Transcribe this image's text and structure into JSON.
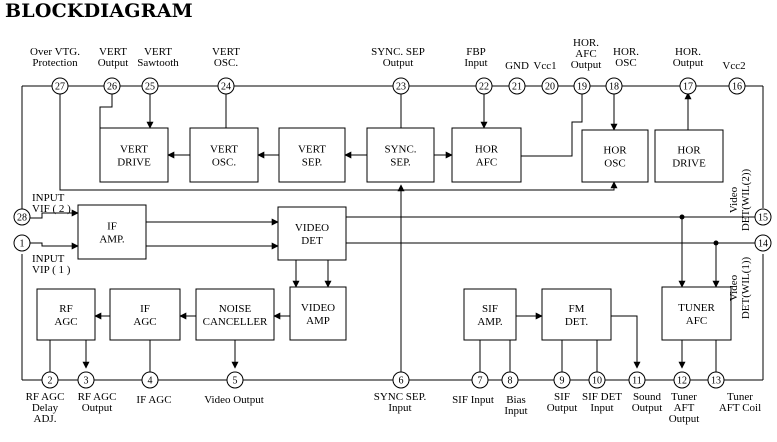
{
  "title": "BLOCKDIAGRAM",
  "blocks": {
    "vert_drive": [
      "VERT",
      "DRIVE"
    ],
    "vert_osc": [
      "VERT",
      "OSC."
    ],
    "vert_sep": [
      "VERT",
      "SEP."
    ],
    "sync_sep": [
      "SYNC.",
      "SEP."
    ],
    "hor_afc": [
      "HOR",
      "AFC"
    ],
    "hor_osc": [
      "HOR",
      "OSC"
    ],
    "hor_drive": [
      "HOR",
      "DRIVE"
    ],
    "if_amp": [
      "IF",
      "AMP."
    ],
    "video_det": [
      "VIDEO",
      "DET"
    ],
    "rf_agc": [
      "RF",
      "AGC"
    ],
    "if_agc": [
      "IF",
      "AGC"
    ],
    "noise_canceller": [
      "NOISE",
      "CANCELLER"
    ],
    "video_amp": [
      "VIDEO",
      "AMP"
    ],
    "sif_amp": [
      "SIF",
      "AMP."
    ],
    "fm_det": [
      "FM",
      "DET."
    ],
    "tuner_afc": [
      "TUNER",
      "AFC"
    ]
  },
  "pins": [
    {
      "n": "27",
      "label": [
        "Over VTG.",
        "Protection"
      ]
    },
    {
      "n": "26",
      "label": [
        "VERT",
        "Output"
      ]
    },
    {
      "n": "25",
      "label": [
        "VERT",
        "Sawtooth"
      ]
    },
    {
      "n": "24",
      "label": [
        "VERT",
        "OSC."
      ]
    },
    {
      "n": "23",
      "label": [
        "SYNC. SEP",
        "Output"
      ]
    },
    {
      "n": "22",
      "label": [
        "FBP",
        "Input"
      ]
    },
    {
      "n": "21",
      "label": [
        "GND"
      ]
    },
    {
      "n": "20",
      "label": [
        "Vcc1"
      ]
    },
    {
      "n": "19",
      "label": [
        "HOR.",
        "AFC",
        "Output"
      ]
    },
    {
      "n": "18",
      "label": [
        "HOR.",
        "OSC"
      ]
    },
    {
      "n": "17",
      "label": [
        "HOR.",
        "Output"
      ]
    },
    {
      "n": "16",
      "label": [
        "Vcc2"
      ]
    },
    {
      "n": "28",
      "label": [
        "INPUT",
        "VIF ( 2 )"
      ]
    },
    {
      "n": "1",
      "label": [
        "INPUT",
        "VIP ( 1 )"
      ]
    },
    {
      "n": "15",
      "label": [
        "Video",
        "DET(WIL(2))"
      ]
    },
    {
      "n": "14",
      "label": [
        "Video",
        "DET(WIL(1))"
      ]
    },
    {
      "n": "2",
      "label": [
        "RF AGC",
        "Delay",
        "ADJ."
      ]
    },
    {
      "n": "3",
      "label": [
        "RF AGC",
        "Output"
      ]
    },
    {
      "n": "4",
      "label": [
        "IF AGC"
      ]
    },
    {
      "n": "5",
      "label": [
        "Video Output"
      ]
    },
    {
      "n": "6",
      "label": [
        "SYNC SEP.",
        "Input"
      ]
    },
    {
      "n": "7",
      "label": [
        "SIF Input"
      ]
    },
    {
      "n": "8",
      "label": [
        "Bias",
        "Input"
      ]
    },
    {
      "n": "9",
      "label": [
        "SIF",
        "Output"
      ]
    },
    {
      "n": "10",
      "label": [
        "SIF DET",
        "Input"
      ]
    },
    {
      "n": "11",
      "label": [
        "Sound",
        "Output"
      ]
    },
    {
      "n": "12",
      "label": [
        "Tuner",
        "AFT",
        "Output"
      ]
    },
    {
      "n": "13",
      "label": [
        "Tuner",
        "AFT Coil"
      ]
    }
  ]
}
